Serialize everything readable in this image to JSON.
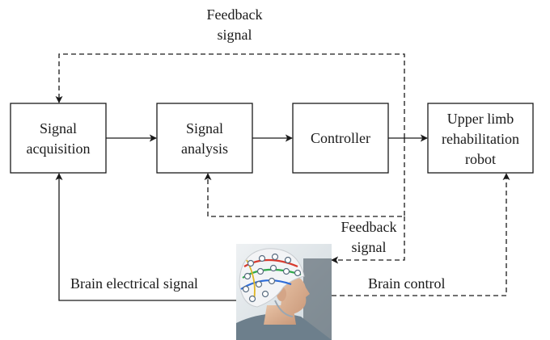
{
  "diagram": {
    "nodes": {
      "signal_acquisition": {
        "line1": "Signal",
        "line2": "acquisition"
      },
      "signal_analysis": {
        "line1": "Signal",
        "line2": "analysis"
      },
      "controller": {
        "label": "Controller"
      },
      "robot": {
        "line1": "Upper limb",
        "line2": "rehabilitation",
        "line3": "robot"
      }
    },
    "edge_labels": {
      "feedback_top": {
        "line1": "Feedback",
        "line2": "signal"
      },
      "feedback_mid": {
        "line1": "Feedback",
        "line2": "signal"
      },
      "brain_electrical": "Brain electrical signal",
      "brain_control": "Brain control"
    },
    "photo": {
      "subject": "person wearing EEG electrode cap"
    }
  }
}
